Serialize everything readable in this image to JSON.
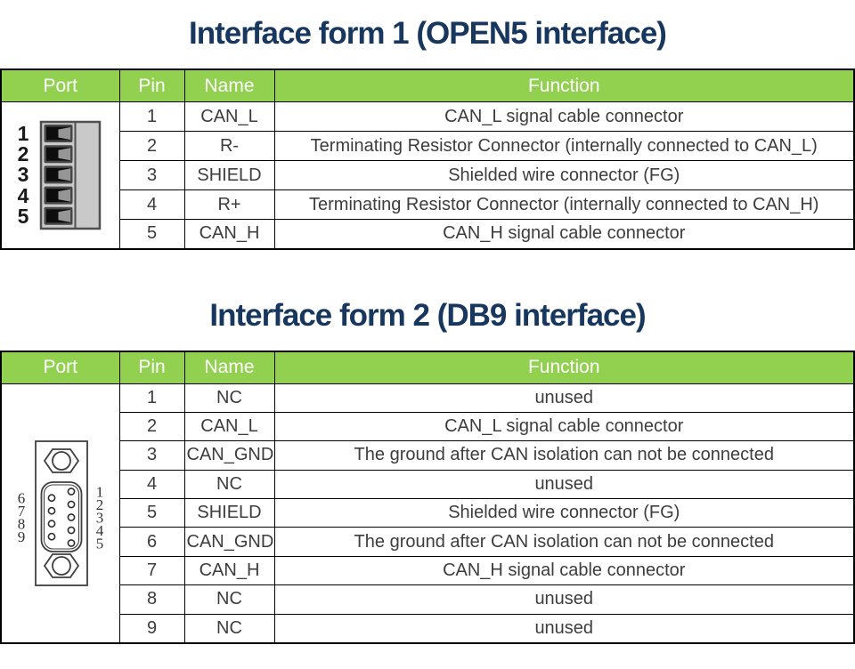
{
  "colors": {
    "header_bg": "#92D050",
    "header_text": "#FFFFFF",
    "title_text": "#17375E",
    "body_text": "#3D3D3D",
    "border": "#000000"
  },
  "section1": {
    "title": "Interface form 1 (OPEN5 interface)",
    "table": {
      "headers": {
        "port": "Port",
        "pin": "Pin",
        "name": "Name",
        "function": "Function"
      },
      "port_graphic": {
        "type": "5-pin-terminal-block-connector",
        "pin_labels": [
          "1",
          "2",
          "3",
          "4",
          "5"
        ]
      },
      "rows": [
        {
          "pin": "1",
          "name": "CAN_L",
          "function": "CAN_L signal cable connector"
        },
        {
          "pin": "2",
          "name": "R-",
          "function": "Terminating Resistor Connector (internally connected to CAN_L)"
        },
        {
          "pin": "3",
          "name": "SHIELD",
          "function": "Shielded wire connector (FG)"
        },
        {
          "pin": "4",
          "name": "R+",
          "function": "Terminating Resistor Connector (internally connected to CAN_H)"
        },
        {
          "pin": "5",
          "name": "CAN_H",
          "function": "CAN_H signal cable connector"
        }
      ]
    }
  },
  "section2": {
    "title": "Interface form 2 (DB9 interface)",
    "table": {
      "headers": {
        "port": "Port",
        "pin": "Pin",
        "name": "Name",
        "function": "Function"
      },
      "port_graphic": {
        "type": "db9-connector",
        "left_pin_labels": [
          "6",
          "7",
          "8",
          "9"
        ],
        "right_pin_labels": [
          "1",
          "2",
          "3",
          "4",
          "5"
        ]
      },
      "rows": [
        {
          "pin": "1",
          "name": "NC",
          "function": "unused"
        },
        {
          "pin": "2",
          "name": "CAN_L",
          "function": "CAN_L signal cable connector"
        },
        {
          "pin": "3",
          "name": "CAN_GND",
          "function": "The ground after CAN isolation can not be connected"
        },
        {
          "pin": "4",
          "name": "NC",
          "function": "unused"
        },
        {
          "pin": "5",
          "name": "SHIELD",
          "function": "Shielded wire connector (FG)"
        },
        {
          "pin": "6",
          "name": "CAN_GND",
          "function": "The ground after CAN isolation can not be connected"
        },
        {
          "pin": "7",
          "name": "CAN_H",
          "function": "CAN_H signal cable connector"
        },
        {
          "pin": "8",
          "name": "NC",
          "function": "unused"
        },
        {
          "pin": "9",
          "name": "NC",
          "function": "unused"
        }
      ]
    }
  }
}
